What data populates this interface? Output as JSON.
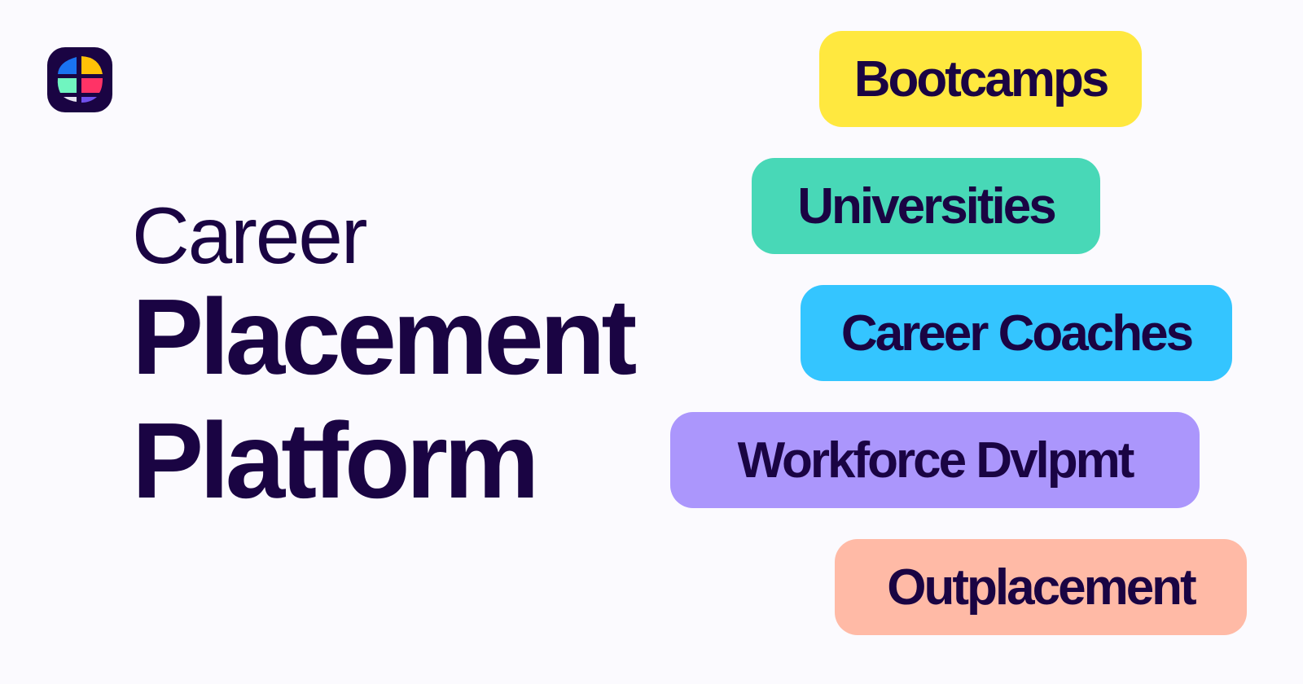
{
  "logo": {
    "icon": "segmented-globe-icon",
    "bg": "#1a0443",
    "segments": [
      "#1a73f0",
      "#ffc107",
      "#70f5c0",
      "#ff3366",
      "#e6e3f0",
      "#7050ee"
    ]
  },
  "headline": {
    "line1": "Career",
    "line2": "Placement",
    "line3": "Platform"
  },
  "tags": [
    {
      "label": "Bootcamps",
      "color": "#ffe83f"
    },
    {
      "label": "Universities",
      "color": "#48d8b7"
    },
    {
      "label": "Career Coaches",
      "color": "#34c5ff"
    },
    {
      "label": "Workforce Dvlpmt",
      "color": "#ab96fc"
    },
    {
      "label": "Outplacement",
      "color": "#ffbaa6"
    }
  ]
}
